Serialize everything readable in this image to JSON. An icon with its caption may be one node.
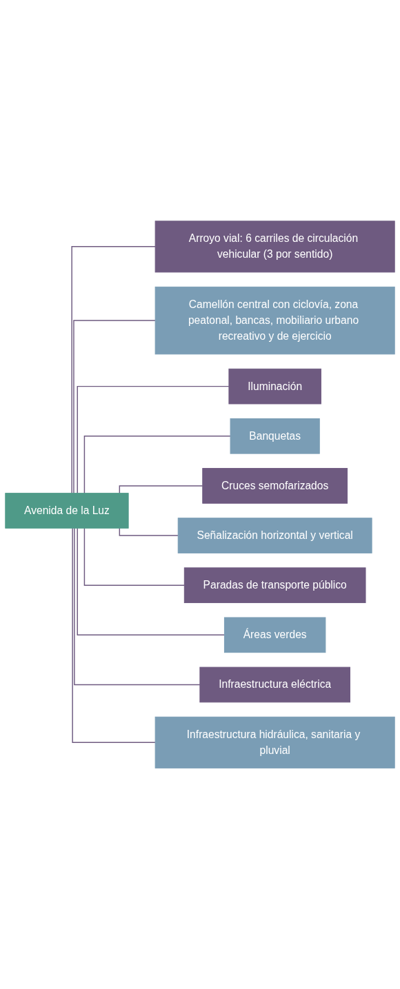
{
  "diagram": {
    "nodes": [
      {
        "text": [
          "Avenida de la Luz"
        ]
      },
      {
        "text": [
          "Arroyo vial: 6 carriles de circulación vehicular (3 por sentido)"
        ]
      },
      {
        "text": [
          "Camellón central con ciclovía, zona peatonal, bancas, mobiliario urbano recreativo y de ejercicio"
        ]
      },
      {
        "text": [
          "Iluminación"
        ]
      },
      {
        "text": [
          "Banquetas"
        ]
      },
      {
        "text": [
          "Cruces semofarizados"
        ]
      },
      {
        "text": [
          "Señalización horizontal y vertical"
        ]
      },
      {
        "text": [
          "Paradas de transporte público"
        ]
      },
      {
        "text": [
          "Áreas verdes"
        ]
      },
      {
        "text": [
          "Infraestructura eléctrica"
        ]
      },
      {
        "text": [
          "Infraestructura hidráulica, sanitaria y pluvial"
        ]
      }
    ],
    "edges": [
      {
        "from": 0,
        "to": 1,
        "arrow": "none"
      },
      {
        "from": 0,
        "to": 2,
        "arrow": "none"
      },
      {
        "from": 0,
        "to": 3,
        "arrow": "none"
      },
      {
        "from": 0,
        "to": 4,
        "arrow": "none"
      },
      {
        "from": 0,
        "to": 5,
        "arrow": "none"
      },
      {
        "from": 0,
        "to": 6,
        "arrow": "none"
      },
      {
        "from": 0,
        "to": 7,
        "arrow": "none"
      },
      {
        "from": 0,
        "to": 8,
        "arrow": "none"
      },
      {
        "from": 0,
        "to": 9,
        "arrow": "none"
      },
      {
        "from": 0,
        "to": 10,
        "arrow": "none"
      }
    ]
  }
}
